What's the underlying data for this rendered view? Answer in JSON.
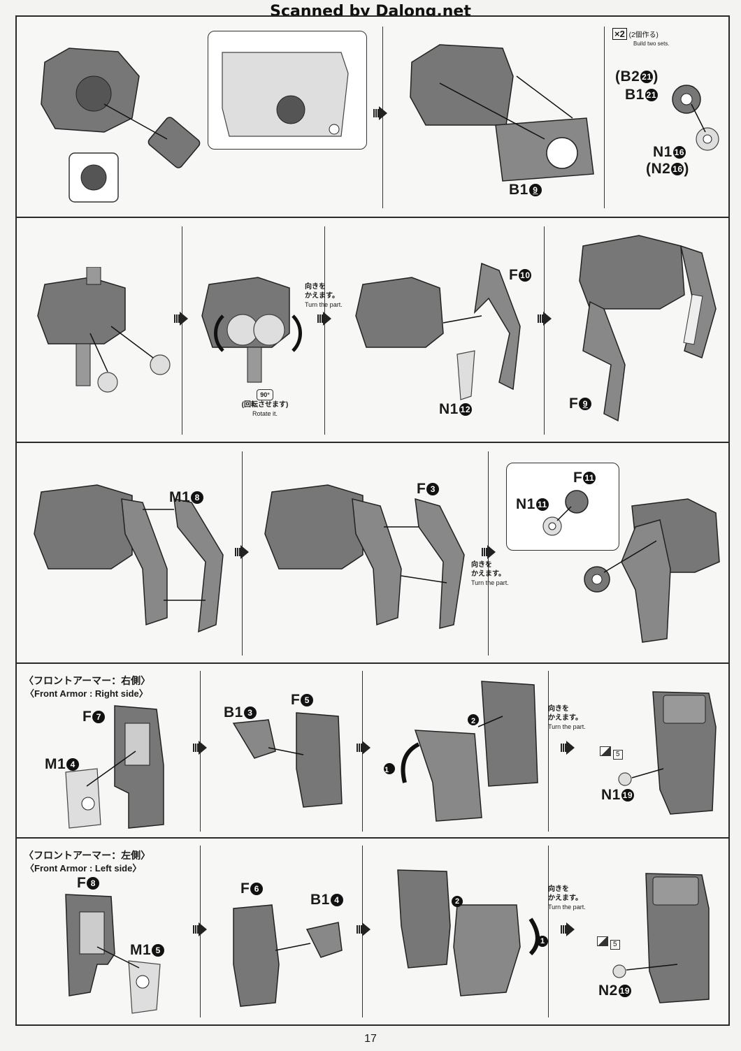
{
  "watermark": "Scanned by Dalong.net",
  "page_number": "17",
  "labels": {
    "b1_9": "B1",
    "b1_9_num": "9",
    "b2_21": "(B2",
    "b2_21_num": "21",
    "b2_21_close": ")",
    "b1_21": "B1",
    "b1_21_num": "21",
    "n1_16": "N1",
    "n1_16_num": "16",
    "n2_16": "(N2",
    "n2_16_num": "16",
    "n2_16_close": ")",
    "f_10": "F",
    "f_10_num": "10",
    "n1_12": "N1",
    "n1_12_num": "12",
    "f_9": "F",
    "f_9_num": "9",
    "m1_8": "M1",
    "m1_8_num": "8",
    "f_3": "F",
    "f_3_num": "3",
    "f_11": "F",
    "f_11_num": "11",
    "n1_11": "N1",
    "n1_11_num": "11",
    "f_7": "F",
    "f_7_num": "7",
    "m1_4": "M1",
    "m1_4_num": "4",
    "b1_3": "B1",
    "b1_3_num": "3",
    "f_5": "F",
    "f_5_num": "5",
    "n1_19": "N1",
    "n1_19_num": "19",
    "f_8": "F",
    "f_8_num": "8",
    "m1_5": "M1",
    "m1_5_num": "5",
    "f_6": "F",
    "f_6_num": "6",
    "b1_4": "B1",
    "b1_4_num": "4",
    "n2_19": "N2",
    "n2_19_num": "19"
  },
  "notes": {
    "build_two_x2": "×2",
    "build_two_jp": "(2個作る)",
    "build_two_en": "Build two sets.",
    "turn_jp_1": "向きを",
    "turn_jp_2": "かえます。",
    "turn_en": "Turn the part.",
    "rotate_deg": "90°",
    "rotate_jp": "(回転させます)",
    "rotate_en": "Rotate it.",
    "step1": "1",
    "step2": "2",
    "sticker_num": "5"
  },
  "sections": {
    "front_right_jp": "〈フロントアーマー：右側〉",
    "front_right_en": "〈Front Armor : Right side〉",
    "front_left_jp": "〈フロントアーマー：左側〉",
    "front_left_en": "〈Front Armor : Left side〉"
  },
  "colors": {
    "part_fill": "#777777",
    "outline": "#222222",
    "clear_part": "#dedede"
  }
}
